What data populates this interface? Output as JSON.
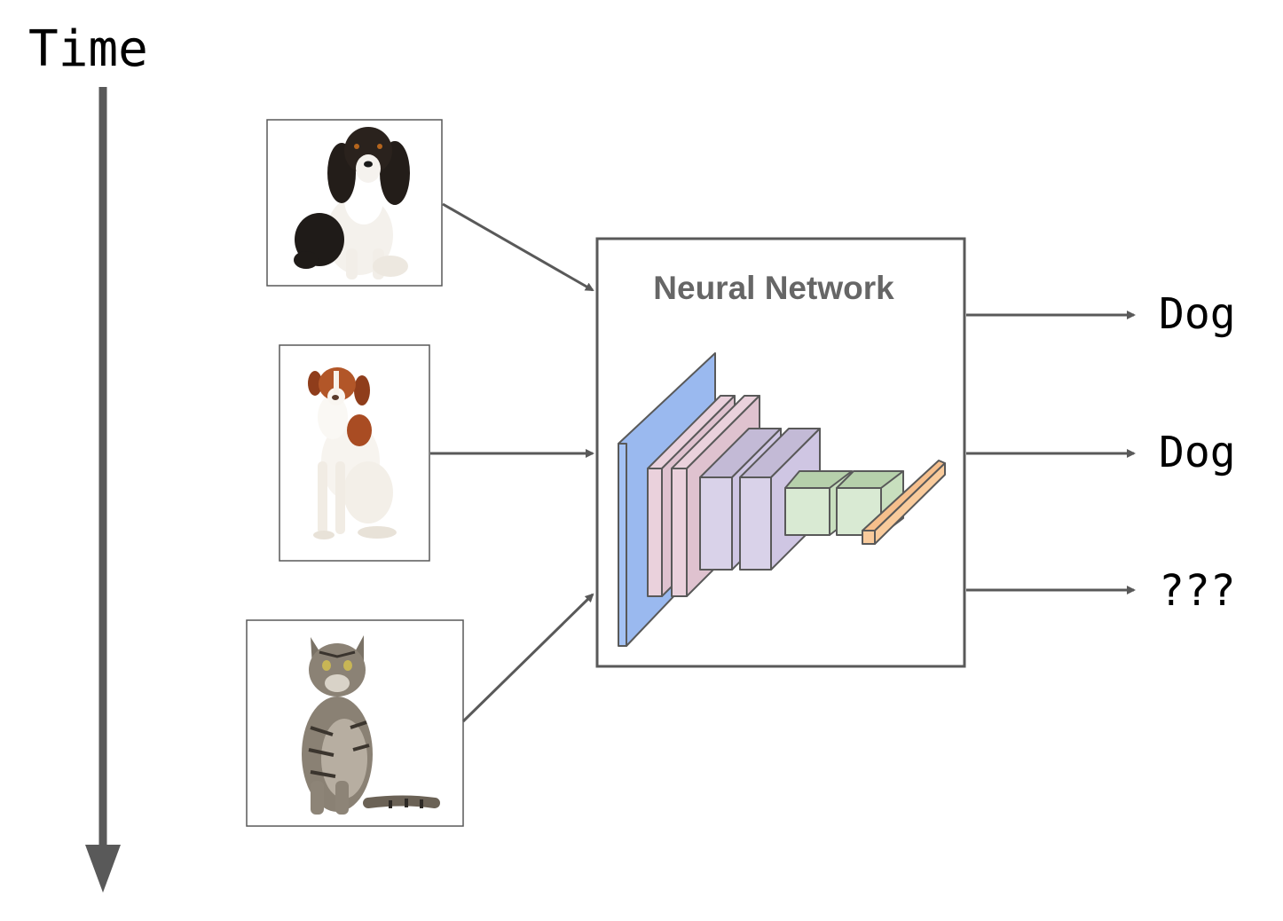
{
  "time_label": "Time",
  "network": {
    "title": "Neural Network"
  },
  "inputs": [
    {
      "name": "dog-photo-1",
      "icon": "cavalier-spaniel-dog-image"
    },
    {
      "name": "dog-photo-2",
      "icon": "brittany-spaniel-dog-image"
    },
    {
      "name": "cat-photo",
      "icon": "tabby-cat-image"
    }
  ],
  "outputs": [
    {
      "label": "Dog"
    },
    {
      "label": "Dog"
    },
    {
      "label": "???"
    }
  ],
  "colors": {
    "arrow": "#595959",
    "box_border": "#595959",
    "title": "#666666",
    "layer_input": "#a4c2f4",
    "layer_conv1": "#ead1dc",
    "layer_conv2": "#d9d2e9",
    "layer_dense": "#d9ead3",
    "layer_output": "#f9cb9c"
  }
}
